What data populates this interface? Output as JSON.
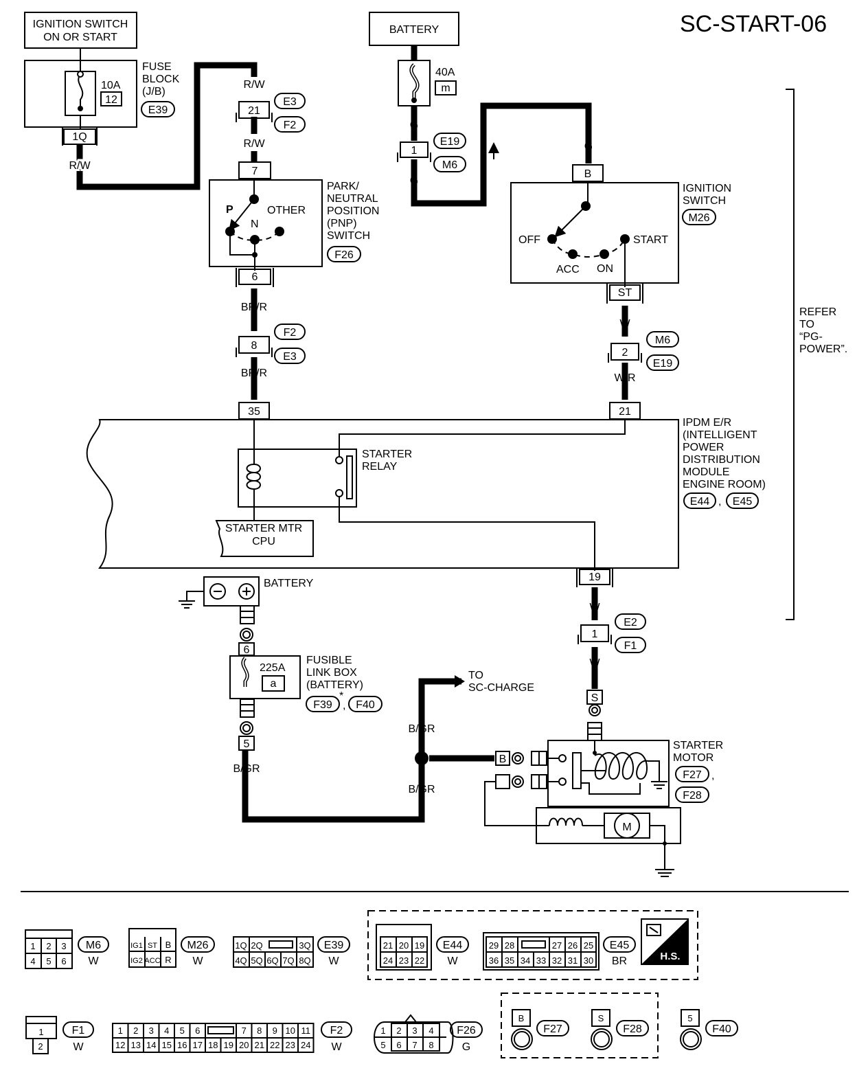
{
  "title": "SC-START-06",
  "components": {
    "ignition_switch_on_start": [
      "IGNITION SWITCH",
      "ON OR START"
    ],
    "fuse_block": {
      "label": [
        "FUSE",
        "BLOCK",
        "(J/B)"
      ],
      "amp": "10A",
      "num": "12",
      "conn": "E39",
      "terminal": "1Q"
    },
    "battery_top": "BATTERY",
    "fuse_40": {
      "amp": "40A",
      "id": "m"
    },
    "pnp_switch": {
      "label": [
        "PARK/",
        "NEUTRAL",
        "POSITION",
        "(PNP)",
        "SWITCH"
      ],
      "conn": "F26",
      "p": "P",
      "n": "N",
      "other": "OTHER",
      "t_in": "7",
      "t_out": "6"
    },
    "ignition_switch": {
      "label": [
        "IGNITION",
        "SWITCH"
      ],
      "conn": "M26",
      "off": "OFF",
      "acc": "ACC",
      "on": "ON",
      "start": "START",
      "t_in": "B",
      "t_out": "ST"
    },
    "refer": [
      "REFER",
      "TO",
      "“PG-",
      "POWER”."
    ],
    "ipdm": {
      "label": [
        "IPDM E/R",
        "(INTELLIGENT",
        "POWER",
        "DISTRIBUTION",
        "MODULE",
        "ENGINE ROOM)"
      ],
      "conn1": "E44",
      "conn2": "E45",
      "sep": ",",
      "relay": [
        "STARTER",
        "RELAY"
      ],
      "cpu": [
        "STARTER MTR",
        "CPU"
      ],
      "t35": "35",
      "t21": "21",
      "t19": "19"
    },
    "battery_bottom": "BATTERY",
    "fusible_link": {
      "label": [
        "FUSIBLE",
        "LINK BOX",
        "(BATTERY)"
      ],
      "amp": "225A",
      "id": "a",
      "conn1": "F39",
      "star": "*",
      "sep": ",",
      "conn2": "F40",
      "t_top": "6",
      "t_bot": "5"
    },
    "to_charge": [
      "TO",
      "SC-CHARGE"
    ],
    "starter_motor": {
      "label": [
        "STARTER",
        "MOTOR"
      ],
      "conn1": "F27",
      "sep": ",",
      "conn2": "F28",
      "b": "B",
      "s": "S",
      "m": "M"
    }
  },
  "wires": {
    "rw": "R/W",
    "g": "G",
    "brr": "BR/R",
    "w": "W",
    "wr": "W/R",
    "bgr": "B/GR"
  },
  "connectors": {
    "c21": "21",
    "e3": "E3",
    "f2": "F2",
    "c1": "1",
    "e19": "E19",
    "m6": "M6",
    "c8": "8",
    "c2": "2",
    "c1b": "1",
    "e2": "E2",
    "f1": "F1"
  },
  "legend": {
    "m6": {
      "id": "M6",
      "color": "W",
      "pins": [
        "1",
        "2",
        "3",
        "4",
        "5",
        "6"
      ]
    },
    "m26": {
      "id": "M26",
      "color": "W",
      "pins": [
        "IG1",
        "ST",
        "B",
        "IG2",
        "ACC",
        "R"
      ]
    },
    "e39": {
      "id": "E39",
      "color": "W",
      "pins": [
        "1Q",
        "2Q",
        "3Q",
        "4Q",
        "5Q",
        "6Q",
        "7Q",
        "8Q"
      ]
    },
    "e44": {
      "id": "E44",
      "color": "W",
      "pins": [
        "21",
        "20",
        "19",
        "24",
        "23",
        "22"
      ]
    },
    "e45": {
      "id": "E45",
      "color": "BR",
      "pins": [
        "29",
        "28",
        "27",
        "26",
        "25",
        "36",
        "35",
        "34",
        "33",
        "32",
        "31",
        "30"
      ]
    },
    "hs": "H.S.",
    "f1": {
      "id": "F1",
      "color": "W",
      "pins": [
        "1",
        "2"
      ]
    },
    "f2": {
      "id": "F2",
      "color": "W",
      "pins": [
        "1",
        "2",
        "3",
        "4",
        "5",
        "6",
        "7",
        "8",
        "9",
        "10",
        "11",
        "12",
        "13",
        "14",
        "15",
        "16",
        "17",
        "18",
        "19",
        "20",
        "21",
        "22",
        "23",
        "24"
      ]
    },
    "f26": {
      "id": "F26",
      "color": "G",
      "pins": [
        "1",
        "2",
        "3",
        "4",
        "5",
        "6",
        "7",
        "8"
      ]
    },
    "f27": {
      "id": "F27",
      "pin": "B"
    },
    "f28": {
      "id": "F28",
      "pin": "S"
    },
    "f40": {
      "id": "F40",
      "pin": "5"
    }
  }
}
